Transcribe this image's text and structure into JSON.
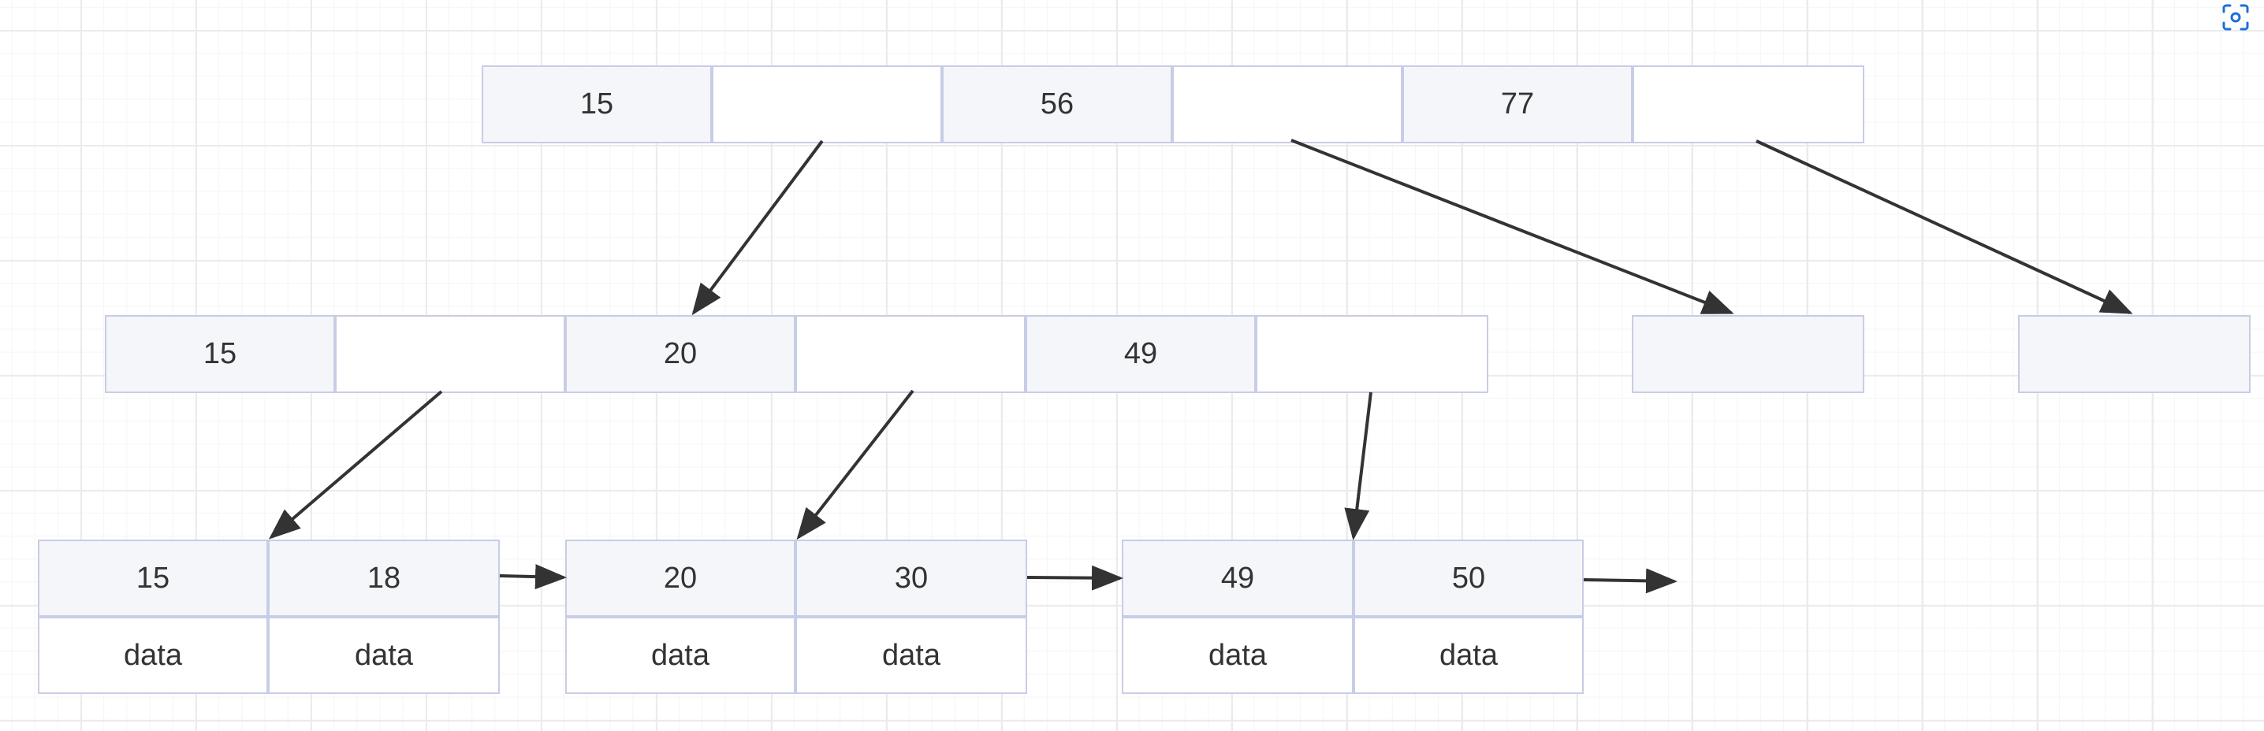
{
  "colors": {
    "border": "#c8cde6",
    "key_fill": "#f4f6fa",
    "pointer_fill": "#ffffff",
    "arrow": "#333333",
    "text": "#333333",
    "icon_accent": "#1e6fd9"
  },
  "icons": {
    "corner": "screenshot-capture-icon"
  },
  "tree": {
    "root": {
      "keys": [
        "15",
        "56",
        "77"
      ]
    },
    "internal": {
      "keys": [
        "15",
        "20",
        "49"
      ]
    },
    "empty_nodes": [
      {
        "keys": [
          ""
        ]
      },
      {
        "keys": [
          ""
        ]
      }
    ],
    "leaves": [
      {
        "entries": [
          {
            "key": "15",
            "value": "data"
          },
          {
            "key": "18",
            "value": "data"
          }
        ]
      },
      {
        "entries": [
          {
            "key": "20",
            "value": "data"
          },
          {
            "key": "30",
            "value": "data"
          }
        ]
      },
      {
        "entries": [
          {
            "key": "49",
            "value": "data"
          },
          {
            "key": "50",
            "value": "data"
          }
        ]
      }
    ]
  }
}
